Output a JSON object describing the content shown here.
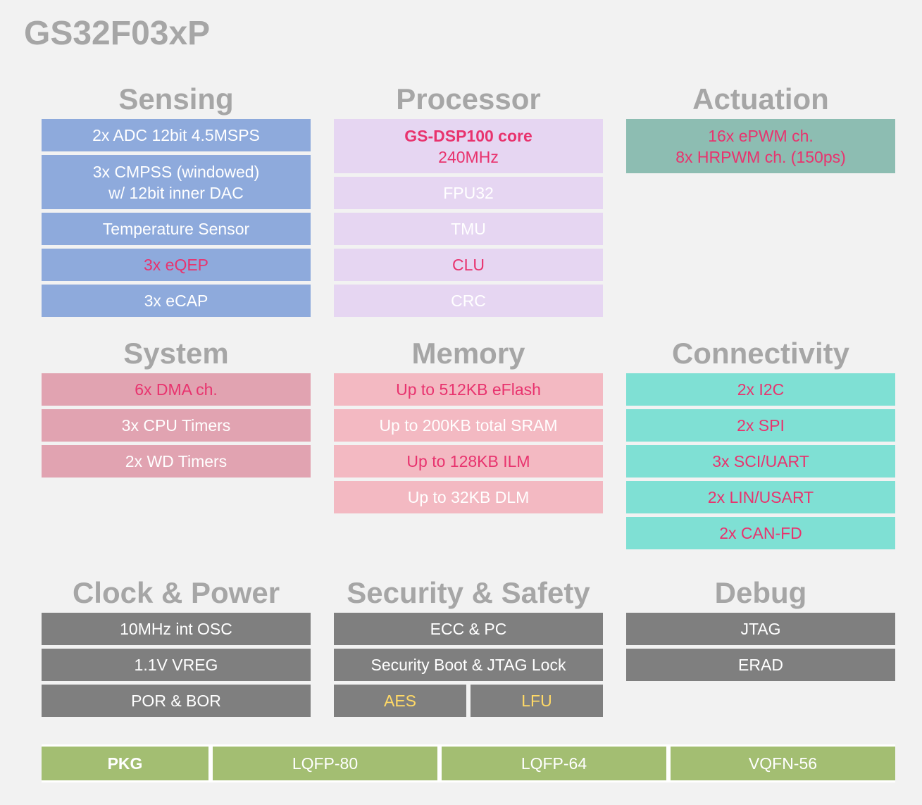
{
  "title": "GS32F03xP",
  "sensing": {
    "heading": "Sensing",
    "adc": "2x ADC 12bit 4.5MSPS",
    "cmpss_line1": "3x CMPSS (windowed)",
    "cmpss_line2": "w/ 12bit inner DAC",
    "temp": "Temperature Sensor",
    "eqep": "3x eQEP",
    "ecap": "3x eCAP"
  },
  "processor": {
    "heading": "Processor",
    "core": "GS-DSP100 core",
    "freq": "240MHz",
    "fpu": "FPU32",
    "tmu": "TMU",
    "clu": "CLU",
    "crc": "CRC"
  },
  "actuation": {
    "heading": "Actuation",
    "epwm": "16x ePWM ch.",
    "hrpwm": "8x HRPWM ch. (150ps)"
  },
  "system": {
    "heading": "System",
    "dma": "6x DMA ch.",
    "cpu_timers": "3x CPU Timers",
    "wd_timers": "2x WD Timers"
  },
  "memory": {
    "heading": "Memory",
    "eflash": "Up to 512KB eFlash",
    "sram": "Up to 200KB total SRAM",
    "ilm": "Up to 128KB ILM",
    "dlm": "Up to 32KB DLM"
  },
  "connectivity": {
    "heading": "Connectivity",
    "i2c": "2x I2C",
    "spi": "2x SPI",
    "sci": "3x SCI/UART",
    "lin": "2x LIN/USART",
    "can": "2x CAN-FD"
  },
  "clock_power": {
    "heading": "Clock & Power",
    "osc": "10MHz int OSC",
    "vreg": "1.1V VREG",
    "por": "POR & BOR"
  },
  "security": {
    "heading": "Security & Safety",
    "ecc": "ECC & PC",
    "boot": "Security Boot & JTAG Lock",
    "aes": "AES",
    "lfu": "LFU"
  },
  "debug": {
    "heading": "Debug",
    "jtag": "JTAG",
    "erad": "ERAD"
  },
  "pkg": {
    "label": "PKG",
    "options": [
      "LQFP-80",
      "LQFP-64",
      "VQFN-56"
    ]
  }
}
